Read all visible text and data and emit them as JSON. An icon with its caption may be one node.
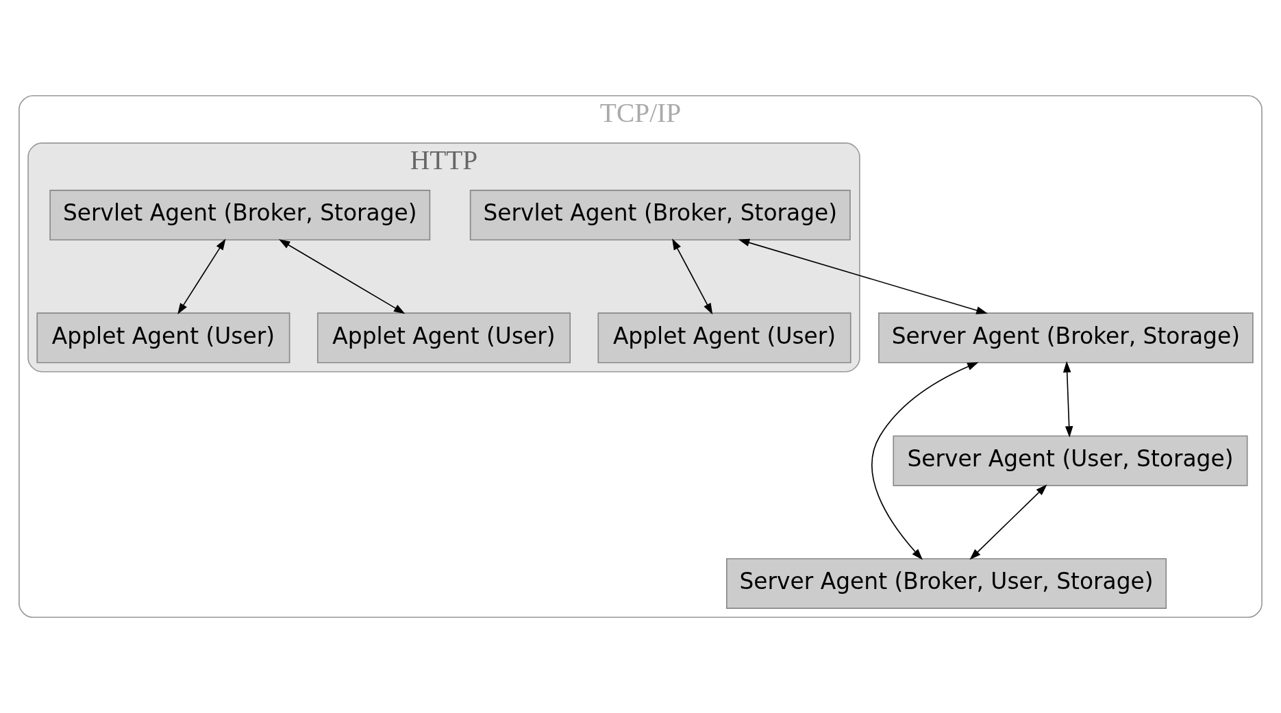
{
  "diagram": {
    "nodes": [
      {
        "text": [
          "TCP/IP"
        ]
      },
      {
        "text": [
          "HTTP"
        ],
        "in": 0
      },
      {
        "text": [
          "Servlet Agent (Broker, Storage)"
        ],
        "in": 1
      },
      {
        "text": [
          "Servlet Agent (Broker, Storage)"
        ],
        "in": 1
      },
      {
        "text": [
          "Server Agent (Broker, Storage)"
        ],
        "in": 0
      },
      {
        "text": [
          "Server Agent (Broker, User, Storage)"
        ],
        "in": 0
      },
      {
        "text": [
          "Applet Agent (User)"
        ],
        "in": 1
      },
      {
        "text": [
          "Applet Agent (User)"
        ],
        "in": 1
      },
      {
        "text": [
          "Applet Agent (User)"
        ],
        "in": 1
      },
      {
        "text": [
          "Server Agent (User, Storage)"
        ],
        "in": 0
      }
    ],
    "edges": [
      {
        "from": 2,
        "to": 6,
        "arrow": "both"
      },
      {
        "from": 2,
        "to": 7,
        "arrow": "both"
      },
      {
        "from": 3,
        "to": 8,
        "arrow": "both"
      },
      {
        "from": 3,
        "to": 4,
        "arrow": "both"
      },
      {
        "from": 4,
        "to": 5,
        "arrow": "both"
      },
      {
        "from": 4,
        "to": 9,
        "arrow": "both"
      },
      {
        "from": 9,
        "to": 5,
        "arrow": "both"
      }
    ]
  }
}
